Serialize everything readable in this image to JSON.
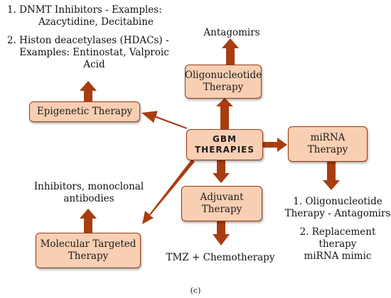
{
  "boxes": {
    "center": {
      "line1": "GBM",
      "line2": "THERAPIES"
    },
    "epigenetic": {
      "label": "Epigenetic Therapy"
    },
    "oligonucleotide": {
      "line1": "Oligonucleotide",
      "line2": "Therapy"
    },
    "mirna": {
      "line1": "miRNA",
      "line2": "Therapy"
    },
    "adjuvant": {
      "line1": "Adjuvant",
      "line2": "Therapy"
    },
    "molecular": {
      "line1": "Molecular Targeted",
      "line2": "Therapy"
    }
  },
  "notes": {
    "epigenetic_1a": "1.  DNMT Inhibitors - Examples:",
    "epigenetic_1b": "Azacytidine, Decitabine",
    "epigenetic_2a": "2. Histon deacetylases (HDACs) -",
    "epigenetic_2b": "Examples: Entinostat, Valproic",
    "epigenetic_2c": "Acid",
    "oligonucleotide": "Antagomirs",
    "molecular_a": "Inhibitors, monoclonal",
    "molecular_b": "antibodies",
    "adjuvant": "TMZ + Chemotherapy",
    "mirna_1a": "1. Oligonucleotide",
    "mirna_1b": "Therapy - Antagomirs",
    "mirna_2a": "2. Replacement therapy",
    "mirna_2b": "miRNA mimic"
  },
  "caption": "(c)",
  "colors": {
    "box_fill": "#f9cfb3",
    "box_border": "#9a3b12",
    "arrow": "#a83d10"
  }
}
